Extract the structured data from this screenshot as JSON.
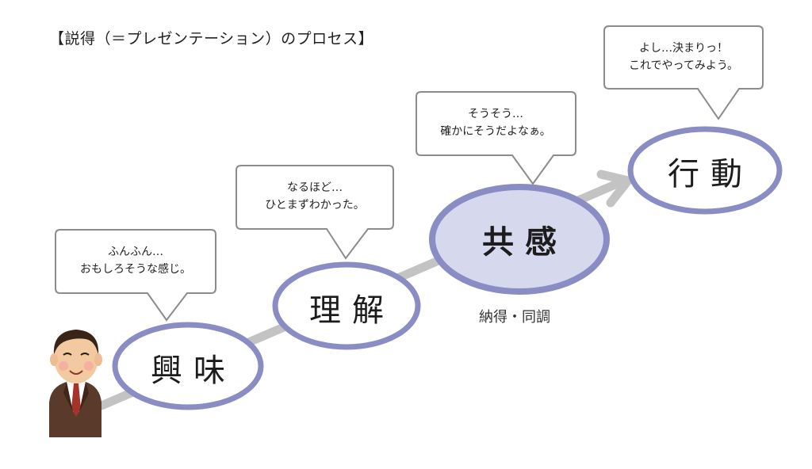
{
  "title": "【説得（＝プレゼンテーション）のプロセス】",
  "stages": [
    {
      "label": "興味",
      "bubble_line1": "ふんふん…",
      "bubble_line2": "おもしろそうな感じ。",
      "highlight": false
    },
    {
      "label": "理解",
      "bubble_line1": "なるほど…",
      "bubble_line2": "ひとまずわかった。",
      "highlight": false
    },
    {
      "label": "共感",
      "bubble_line1": "そうそう…",
      "bubble_line2": "確かにそうだよなぁ。",
      "highlight": true
    },
    {
      "label": "行動",
      "bubble_line1": "よし…決まりっ！",
      "bubble_line2": "これでやってみよう。",
      "highlight": false
    }
  ],
  "caption": "納得・同調",
  "colors": {
    "ellipse_stroke": "#8a8cc4",
    "highlight_fill": "#d6d8ee",
    "arrow": "#c0c0c0",
    "bubble_stroke": "#8c8c8c",
    "person_suit": "#5a3a2a",
    "person_skin": "#f2c9a0"
  },
  "icons": {
    "person": "businessman-icon",
    "arrow": "arrow-right-icon"
  }
}
